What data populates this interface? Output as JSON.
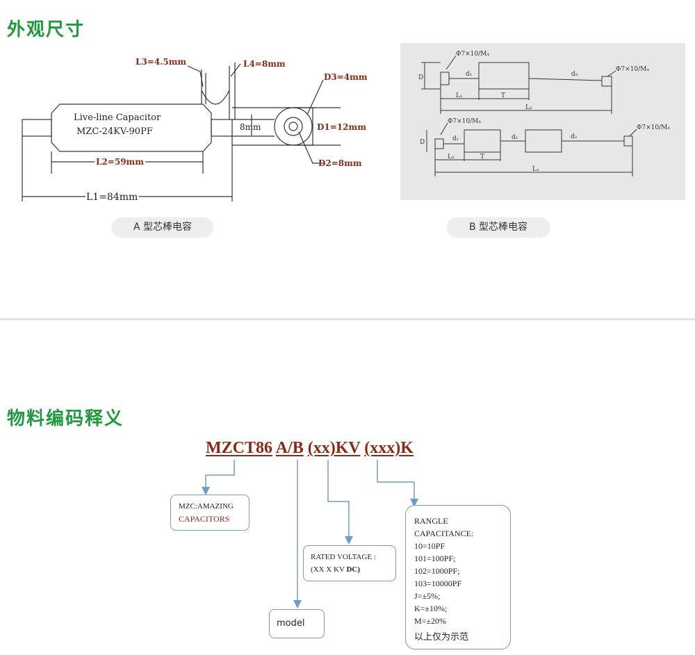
{
  "section1": {
    "title": "外观尺寸"
  },
  "diagram_a": {
    "caption": "A 型芯棒电容",
    "body_line1": "Live-line Capacitor",
    "body_line2": "MZC-24KV-90PF",
    "l3": "L3=4.5mm",
    "l4": "L4=8mm",
    "d3": "D3=4mm",
    "d1": "D1=12mm",
    "d2": "D2=8mm",
    "l2": "L2=59mm",
    "l1": "L1=84mm",
    "h8": "8mm"
  },
  "diagram_b": {
    "caption": "B 型芯棒电容",
    "phi": "Φ7×10/M₄",
    "d": "D",
    "d1": "d₁",
    "d2": "d₂",
    "l1": "L₁",
    "t": "T",
    "l2": "L₂",
    "l3": "L₃",
    "lx": "Lₓ"
  },
  "section2": {
    "title": "物料编码释义"
  },
  "code": {
    "part1": "MZCT86",
    "part2": "A/B",
    "part3": "(xx)KV",
    "part4": "(xxx)K"
  },
  "box_mzc": {
    "line1": "MZC:AMAZING",
    "line2": "CAPACITORS"
  },
  "box_voltage": {
    "line1": "RATED  VOLTAGE  :",
    "line2a": "(XX X    KV ",
    "line2b": "DC)"
  },
  "box_model": {
    "label": "model"
  },
  "box_cap": {
    "lines": [
      "RANGLE",
      "CAPACITANCE:",
      "10=10PF",
      "101=100PF;",
      "102=1000PF;",
      "103=10000PF",
      "J=±5%;",
      "K=±10%;",
      "M=±20%"
    ],
    "note": "以上仅为示范"
  },
  "colors": {
    "green": "#1e9a3c",
    "code_red": "#8b2a14",
    "box_blue": "#6f9bcb"
  }
}
